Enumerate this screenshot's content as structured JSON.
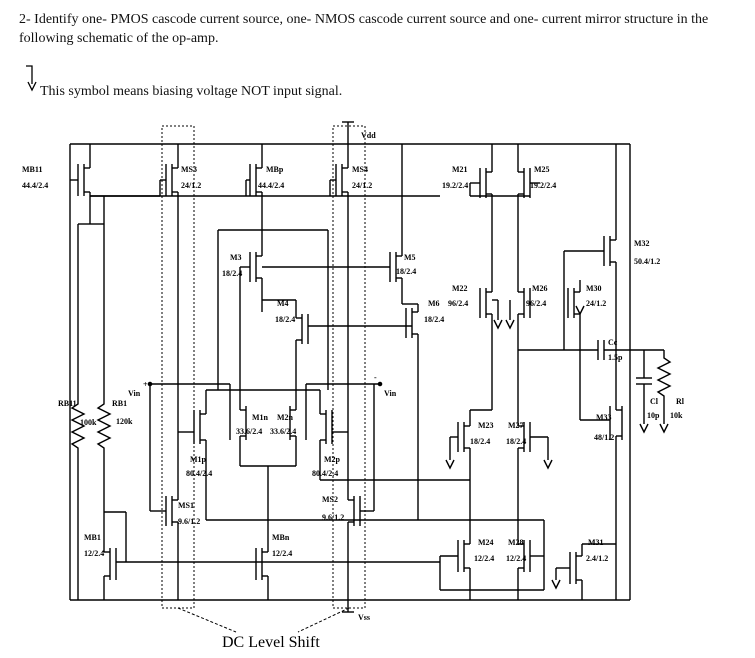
{
  "question": "2- Identify one- PMOS cascode current source, one- NMOS cascode current source and one- current mirror structure in the following schematic of the op-amp.",
  "legend_text": "This symbol means biasing voltage NOT input signal.",
  "supply": {
    "vdd": "Vdd",
    "vss": "Vss"
  },
  "inputs": {
    "vin_minus": "Vin",
    "vin_plus": "Vin",
    "minus_sign": "-",
    "plus_sign": "+"
  },
  "bottom_label": "DC Level Shift",
  "resistors": {
    "rb11_name": "RB11",
    "rb11_value": "100k",
    "rb1_name": "RB1",
    "rb1_value": "120k",
    "rl_name": "Rl",
    "rl_value": "10k"
  },
  "capacitors": {
    "cc_name": "Cc",
    "cc_value": "1.5p",
    "cl_name": "Cl",
    "cl_value": "10p"
  },
  "transistors": {
    "MB11": {
      "name": "MB11",
      "size": "44.4/2.4"
    },
    "MS3": {
      "name": "MS3",
      "size": "24/1.2"
    },
    "MBp": {
      "name": "MBp",
      "size": "44.4/2.4"
    },
    "MS4": {
      "name": "MS4",
      "size": "24/1.2"
    },
    "M21": {
      "name": "M21",
      "size": "19.2/2.4"
    },
    "M25": {
      "name": "M25",
      "size": "19.2/2.4"
    },
    "M32": {
      "name": "M32",
      "size": "50.4/1.2"
    },
    "M3": {
      "name": "M3",
      "size": "18/2.4"
    },
    "M5": {
      "name": "M5",
      "size": "18/2.4"
    },
    "M4": {
      "name": "M4",
      "size": "18/2.4"
    },
    "M6": {
      "name": "M6",
      "size": "18/2.4"
    },
    "M22": {
      "name": "M22",
      "size": "96/2.4"
    },
    "M26": {
      "name": "M26",
      "size": "96/2.4"
    },
    "M30": {
      "name": "M30",
      "size": "24/1.2"
    },
    "M1n": {
      "name": "M1n",
      "size": "33.6/2.4"
    },
    "M2n": {
      "name": "M2n",
      "size": "33.6/2.4"
    },
    "M1p": {
      "name": "M1p",
      "size": "80.4/2.4"
    },
    "M2p": {
      "name": "M2p",
      "size": "80.4/2.4"
    },
    "M23": {
      "name": "M23",
      "size": "18/2.4"
    },
    "M27": {
      "name": "M27",
      "size": "18/2.4"
    },
    "M33": {
      "name": "M33",
      "size": "48/1.2"
    },
    "MS1": {
      "name": "MS1",
      "size": "9.6/1.2"
    },
    "MS2": {
      "name": "MS2",
      "size": "9.6/1.2"
    },
    "MB1": {
      "name": "MB1",
      "size": "12/2.4"
    },
    "MBn": {
      "name": "MBn",
      "size": "12/2.4"
    },
    "M24": {
      "name": "M24",
      "size": "12/2.4"
    },
    "M28": {
      "name": "M28",
      "size": "12/2.4"
    },
    "M31": {
      "name": "M31",
      "size": "2.4/1.2"
    }
  }
}
